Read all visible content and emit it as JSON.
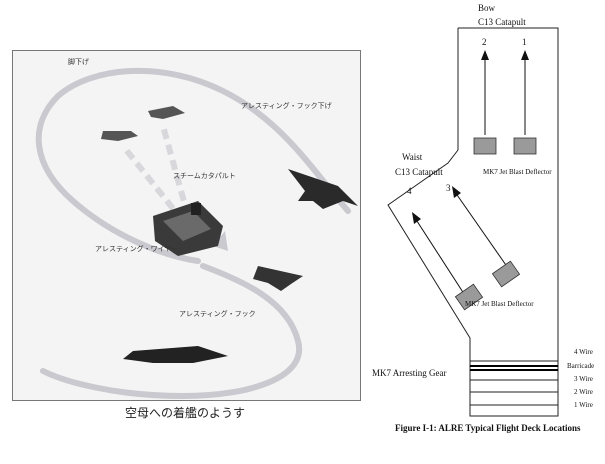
{
  "left": {
    "labels": {
      "leg_down": "脚下げ",
      "hook_down": "アレスティング・フック下げ",
      "steam_catapult": "スチームカタパルト",
      "arresting_wire": "アレスティング・ワイヤー",
      "arresting_hook": "アレスティング・フック"
    },
    "caption": "空母への着艦のようす"
  },
  "right": {
    "bow": "Bow",
    "bow_catapult": "C13 Catapult",
    "waist": "Waist",
    "waist_catapult": "C13 Catapult",
    "cat_numbers": [
      "2",
      "1",
      "4",
      "3"
    ],
    "deflector_top": "MK7 Jet Blast Deflector",
    "deflector_bottom": "MK7 Jet Blast Deflector",
    "arresting_gear": "MK7 Arresting Gear",
    "wires": [
      "4 Wire",
      "Barricade",
      "3 Wire",
      "2 Wire",
      "1 Wire"
    ],
    "caption": "Figure I-1:  ALRE Typical Flight Deck Locations"
  }
}
